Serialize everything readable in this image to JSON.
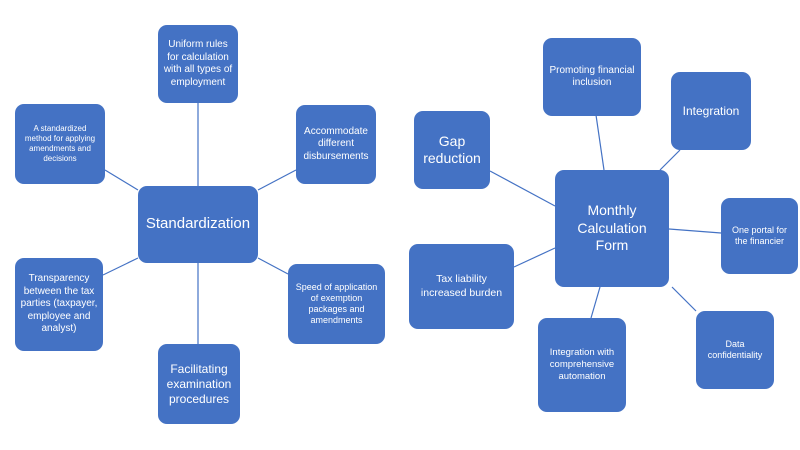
{
  "diagram": {
    "left": {
      "center": "Standardization",
      "nodes": [
        {
          "id": "uniform-rules",
          "label": "Uniform rules for calculation with all types of employment"
        },
        {
          "id": "accommodate",
          "label": "Accommodate different disbursements"
        },
        {
          "id": "speed",
          "label": "Speed of application of exemption packages and amendments"
        },
        {
          "id": "facilitating",
          "label": "Facilitating examination procedures"
        },
        {
          "id": "transparency",
          "label": "Transparency between the tax parties (taxpayer, employee and analyst)"
        },
        {
          "id": "standardized-method",
          "label": "A standardized method for applying amendments and decisions"
        }
      ]
    },
    "right": {
      "center": "Monthly Calculation Form",
      "nodes": [
        {
          "id": "financial-inclusion",
          "label": "Promoting financial inclusion"
        },
        {
          "id": "integration",
          "label": "Integration"
        },
        {
          "id": "one-portal",
          "label": "One portal for the financier"
        },
        {
          "id": "data-confidentiality",
          "label": "Data confidentiality"
        },
        {
          "id": "integration-automation",
          "label": "Integration with comprehensive automation"
        },
        {
          "id": "tax-liability",
          "label": "Tax liability increased burden"
        },
        {
          "id": "gap-reduction",
          "label": "Gap reduction"
        }
      ]
    },
    "colors": {
      "node_fill": "#4472C4",
      "node_text": "#FFFFFF",
      "connector": "#4472C4"
    }
  }
}
